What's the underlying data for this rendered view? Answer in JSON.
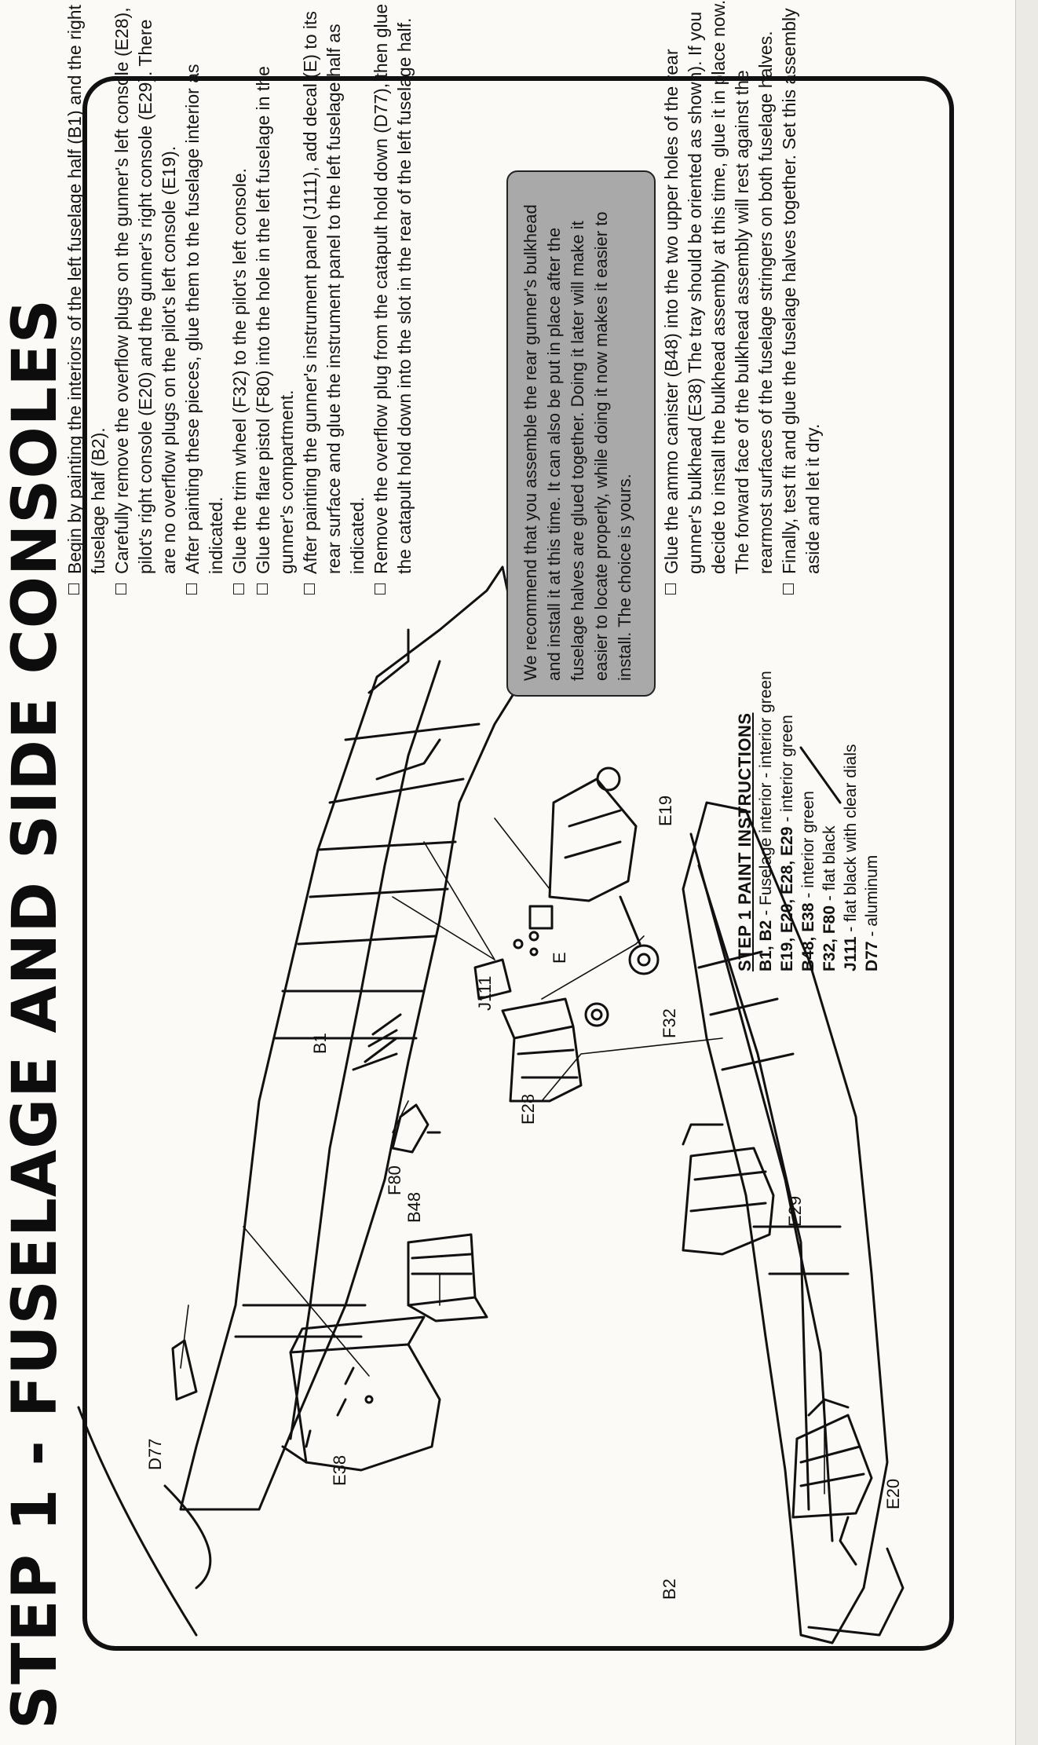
{
  "title": "STEP 1 - FUSELAGE AND SIDE CONSOLES",
  "instructions_top": [
    "Begin by painting the interiors of the left fuselage half (B1) and the right fuselage half (B2).",
    "Carefully remove the overflow plugs on the  gunner's left console (E28), pilot's right console (E20) and the gunner's right console (E29).  There are no overflow plugs on the pilot's left console (E19).",
    "After painting these pieces, glue them to the fuselage interior as indicated.",
    "Glue the trim wheel (F32) to the pilot's left console.",
    "Glue the flare pistol (F80) into the hole in the left fuselage in the gunner's  compartment.",
    "After painting the gunner's instrument panel (J111), add decal (E) to its rear surface and glue the instrument panel to the left fuselage half as indicated.",
    "Remove the overflow plug from the catapult hold down (D77), then glue the catapult hold down into the slot in the rear of the left fuselage half."
  ],
  "callout": "We recommend that you assemble the rear gunner's bulkhead and install it at this time.  It can also be put in place after the fuselage halves are glued together.  Doing it later will make it easier to locate properly, while doing it now makes it easier to install.  The choice is yours.",
  "instructions_bottom": [
    "Glue the ammo canister (B48) into the two upper holes of the rear gunner's bulkhead (E38)  The tray should be oriented as shown). If you decide to install the bulkhead assembly at this time, glue it in place now. The forward face of the bulkhead assembly will rest against the rearmost surfaces of the fuselage stringers on both fuselage halves.",
    "Finally, test fit and glue the fuselage halves together. Set this assembly aside and let it dry."
  ],
  "paint": {
    "heading": "STEP 1 PAINT INSTRUCTIONS",
    "lines": [
      {
        "parts": "B1, B2",
        "desc": " - Fuselage interior - interior green"
      },
      {
        "parts": "E19, E20, E28, E29",
        "desc": " - interior green"
      },
      {
        "parts": "B48, E38",
        "desc": " - interior green"
      },
      {
        "parts": "F32, F80",
        "desc": " - flat black"
      },
      {
        "parts": "J111",
        "desc": " - flat black with clear dials"
      },
      {
        "parts": "D77",
        "desc": " - aluminum"
      }
    ]
  },
  "part_labels": {
    "b1": "B1",
    "e19": "E19",
    "e_decal": "E",
    "j111": "J111",
    "f32": "F32",
    "e28": "E28",
    "f80": "F80",
    "b48": "B48",
    "e29": "E29",
    "e20": "E20",
    "d77": "D77",
    "e38": "E38",
    "b2": "B2"
  }
}
